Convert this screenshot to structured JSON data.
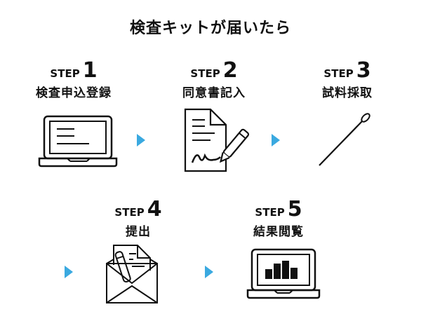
{
  "title": "検査キットが届いたら",
  "accent_color": "#3aa9e0",
  "steps": [
    {
      "word": "STEP",
      "number": "1",
      "label": "検査申込登録",
      "icon": "laptop-text-icon"
    },
    {
      "word": "STEP",
      "number": "2",
      "label": "同意書記入",
      "icon": "document-sign-icon"
    },
    {
      "word": "STEP",
      "number": "3",
      "label": "試料採取",
      "icon": "swab-icon"
    },
    {
      "word": "STEP",
      "number": "4",
      "label": "提出",
      "icon": "envelope-letter-icon"
    },
    {
      "word": "STEP",
      "number": "5",
      "label": "結果閲覧",
      "icon": "laptop-chart-icon"
    }
  ]
}
